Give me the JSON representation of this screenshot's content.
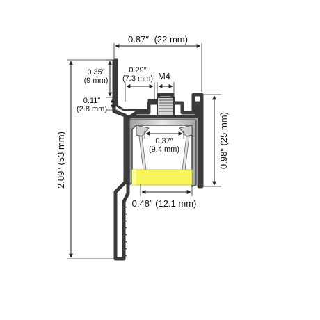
{
  "diagram": {
    "top_width": {
      "imperial": "0.87″",
      "metric": "(22 mm)"
    },
    "lip_height": {
      "imperial": "0.35″",
      "metric": "(9 mm)"
    },
    "lip_thickness": {
      "imperial": "0.11″",
      "metric": "(2.8 mm)"
    },
    "slot_offset": {
      "imperial": "0.29″",
      "metric": "(7.3 mm)"
    },
    "thread": "M4",
    "inner_width": {
      "imperial": "0.37″",
      "metric": "(9.4 mm)"
    },
    "channel_width": "0.48″ (12.1 mm)",
    "channel_height": "0.98″ (25 mm)",
    "total_height": "2.09″ (53 mm)",
    "colors": {
      "profile_outline": "#3a3a3a",
      "profile_fill": "#bdbdbd",
      "profile_highlight": "#e6e6e6",
      "led_strip": "#f5f55a",
      "dimension_line": "#222222"
    }
  }
}
